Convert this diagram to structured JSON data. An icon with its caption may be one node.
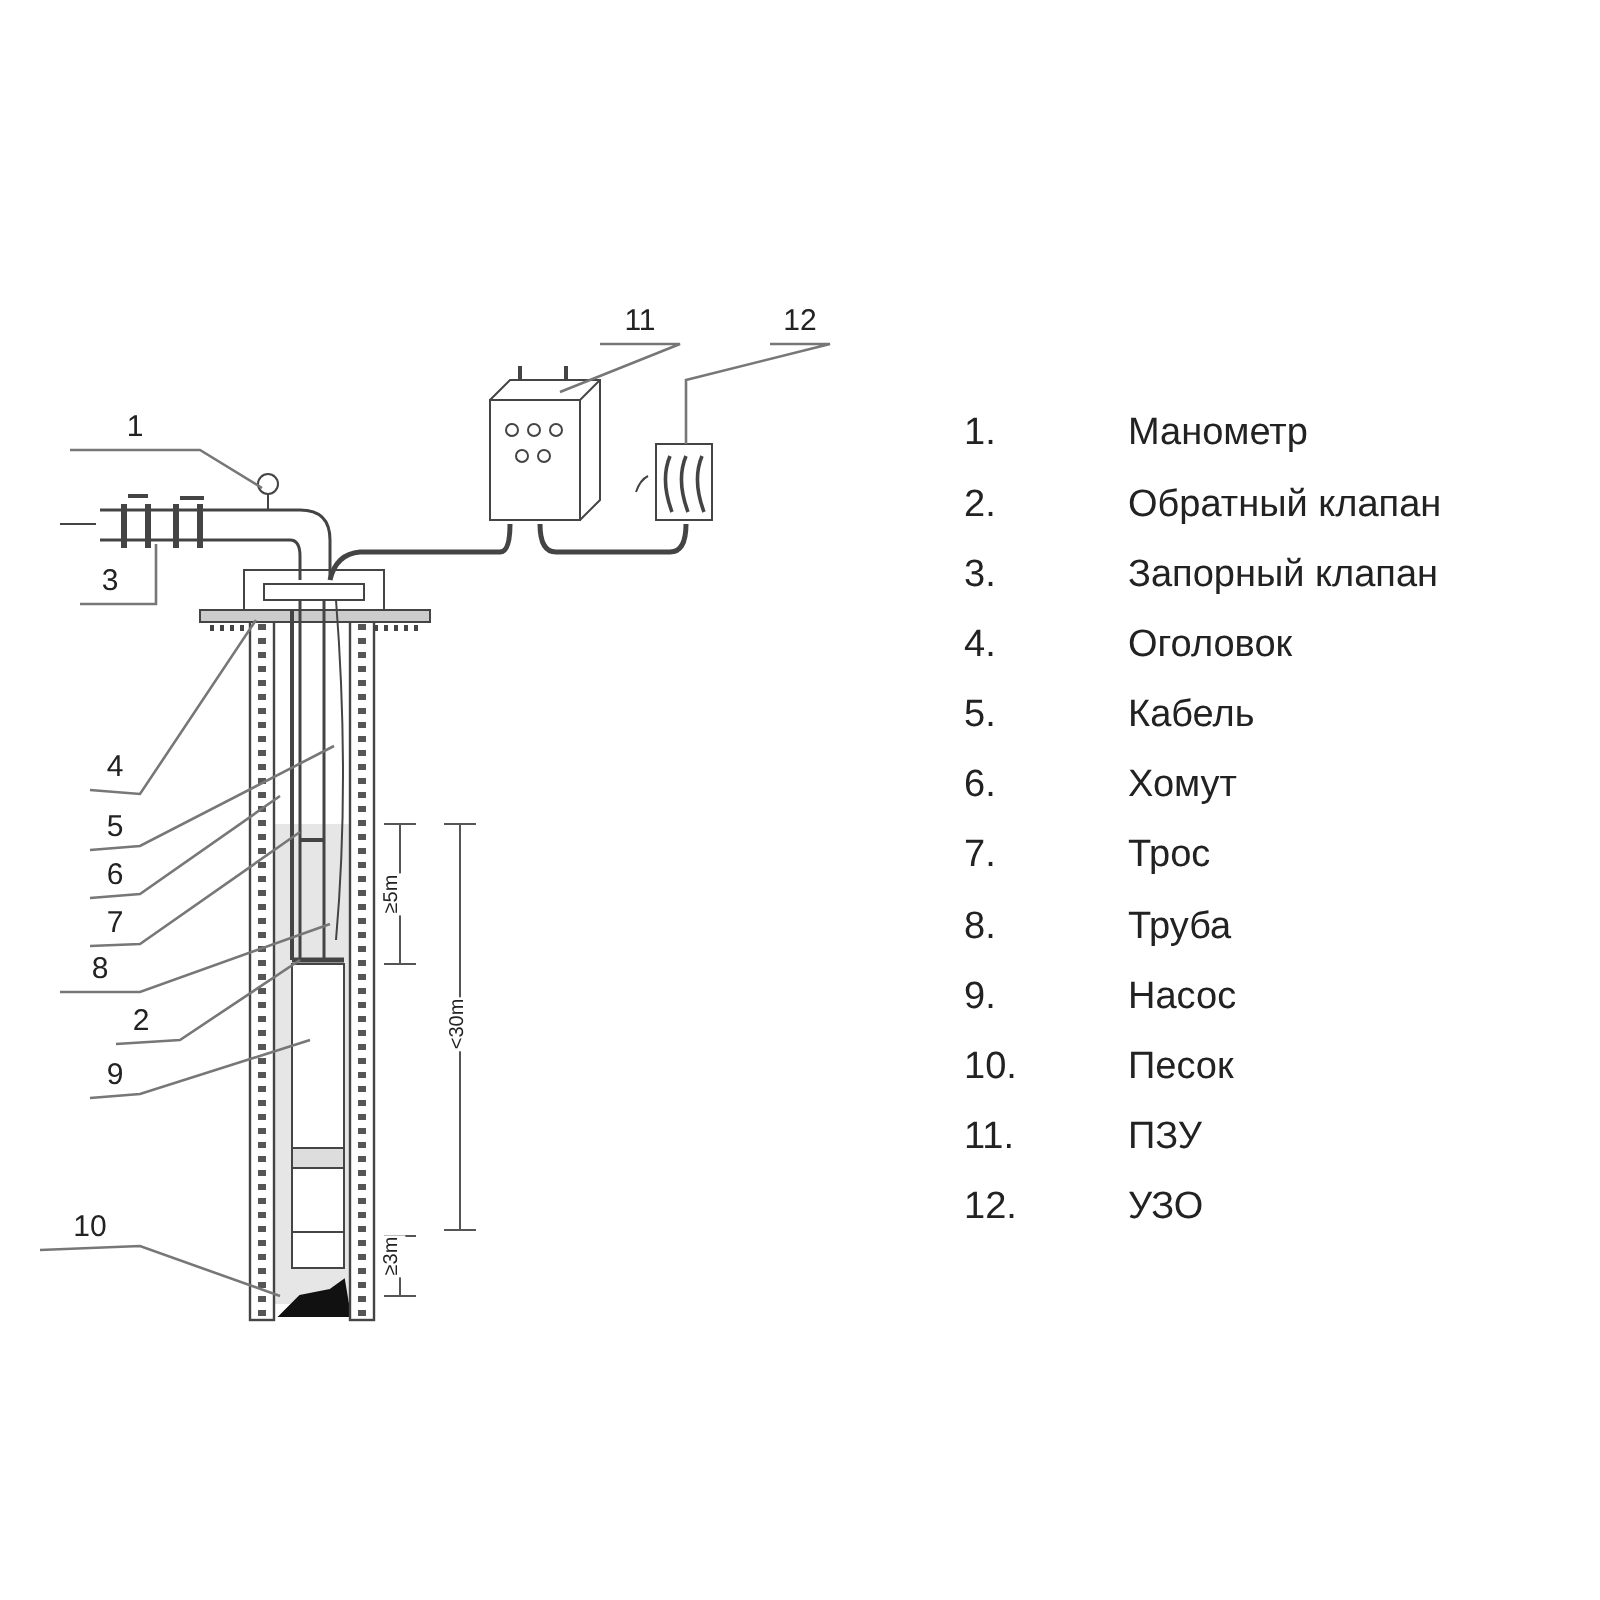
{
  "diagram": {
    "nodes": [
      {
        "text": [
          "11"
        ]
      },
      {
        "text": [
          "12"
        ]
      },
      {
        "text": [
          "1"
        ]
      },
      {
        "text": [
          "3"
        ]
      },
      {
        "text": [
          "4"
        ]
      },
      {
        "text": [
          "5"
        ]
      },
      {
        "text": [
          "6"
        ]
      },
      {
        "text": [
          "7"
        ]
      },
      {
        "text": [
          "8"
        ]
      },
      {
        "text": [
          "2"
        ]
      },
      {
        "text": [
          "9"
        ]
      },
      {
        "text": [
          "10"
        ]
      }
    ],
    "edges": [
      {
        "from": 0,
        "to": null,
        "arrow": "none"
      },
      {
        "from": 1,
        "to": null,
        "arrow": "none"
      },
      {
        "from": 2,
        "to": null,
        "arrow": "none"
      },
      {
        "from": 3,
        "to": null,
        "arrow": "none"
      },
      {
        "from": 4,
        "to": null,
        "arrow": "none"
      },
      {
        "from": 5,
        "to": null,
        "arrow": "none"
      },
      {
        "from": 6,
        "to": null,
        "arrow": "none"
      },
      {
        "from": 7,
        "to": null,
        "arrow": "none"
      },
      {
        "from": 8,
        "to": null,
        "arrow": "none"
      },
      {
        "from": 9,
        "to": null,
        "arrow": "none"
      },
      {
        "from": 10,
        "to": null,
        "arrow": "none"
      },
      {
        "from": 11,
        "to": null,
        "arrow": "none"
      }
    ],
    "labels": [
      "≥5m",
      "<30m",
      "≥3m",
      "1.",
      "Манометр",
      "2.",
      "Обратный клапан",
      "3.",
      "Запорный клапан",
      "4.",
      "Оголовок",
      "5.",
      "Кабель",
      "6.",
      "Хомут",
      "7.",
      "Трос",
      "8.",
      "Труба",
      "9.",
      "Насос",
      "10.",
      "Песок",
      "11.",
      "ПЗУ",
      "12.",
      "УЗО"
    ]
  }
}
